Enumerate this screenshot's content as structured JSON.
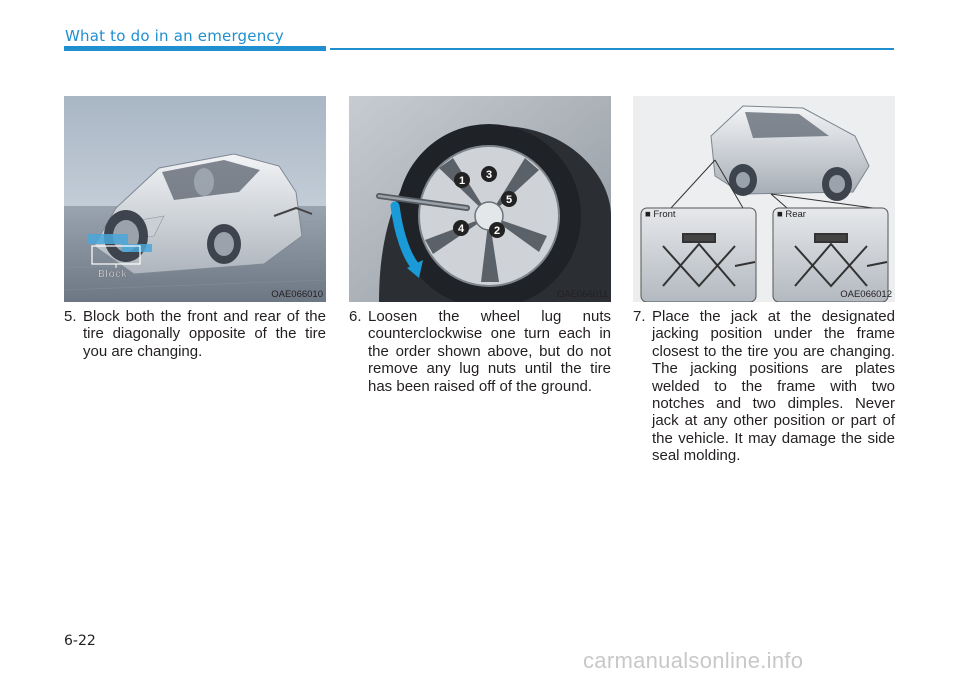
{
  "header": {
    "title": "What to do in an emergency"
  },
  "figures": [
    {
      "code": "OAE066010",
      "label": "Block"
    },
    {
      "code": "OAE066011",
      "nut_numbers": [
        "1",
        "2",
        "3",
        "4",
        "5"
      ]
    },
    {
      "code": "OAE066012",
      "front_label": "■ Front",
      "rear_label": "■ Rear"
    }
  ],
  "steps": [
    {
      "number": "5.",
      "text": "Block both the front and rear of the tire diagonally opposite of the tire you are changing."
    },
    {
      "number": "6.",
      "text": "Loosen the wheel lug nuts counterclockwise one turn each in the order shown above, but do not remove any lug nuts until the tire has been raised off of the ground."
    },
    {
      "number": "7.",
      "text": "Place the jack at the designated jacking position under the frame closest to the tire you are changing. The jacking positions are plates welded to the frame with two notches and two dimples. Never jack at any other position or part of the vehicle. It may damage the side seal molding."
    }
  ],
  "page": {
    "number": "6-22"
  },
  "watermark": "carmanualsonline.info",
  "colors": {
    "accent": "#1f8fd0",
    "arrow": "#1a9ad6"
  }
}
